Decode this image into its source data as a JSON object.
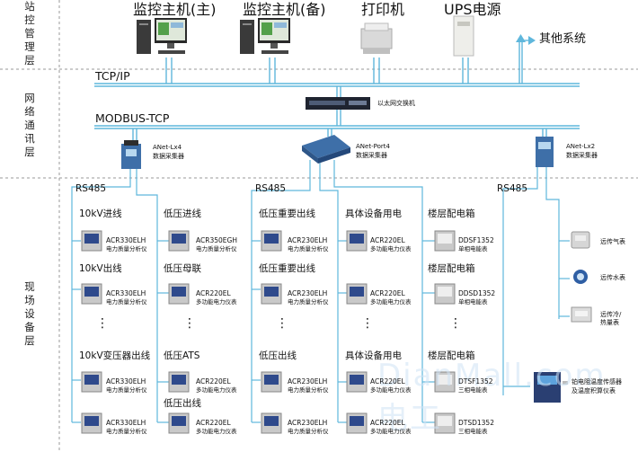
{
  "colors": {
    "line": "#5fb7dc",
    "divider": "#8a8a8a",
    "meter_body": "#c9c9c9",
    "meter_screen": "#2f4a8c",
    "collector": "#3e6fa8"
  },
  "layers": {
    "station": "站控管理层",
    "network": "网络通讯层",
    "field": "现场设备层"
  },
  "station": {
    "host_main": "监控主机(主)",
    "host_backup": "监控主机(备)",
    "printer": "打印机",
    "ups": "UPS电源",
    "other": "其他系统"
  },
  "network": {
    "tcpip": "TCP/IP",
    "switch": "以太网交换机",
    "modbus": "MODBUS-TCP",
    "collectors": [
      {
        "name": "ANet-Lx4",
        "desc": "数据采集器"
      },
      {
        "name": "ANet-Port4",
        "desc": "数据采集器"
      },
      {
        "name": "ANet-Lx2",
        "desc": "数据采集器"
      }
    ]
  },
  "field": {
    "rs485": "RS485",
    "dots": "⋮",
    "watermark": "DianMall.com 电工",
    "col1": {
      "items": [
        {
          "group": "10kV进线",
          "model": "ACR330ELH",
          "desc": "电力质量分析仪"
        },
        {
          "group": "10kV出线",
          "model": "ACR330ELH",
          "desc": "电力质量分析仪"
        },
        {
          "group": "10kV变压器出线",
          "model": "ACR330ELH",
          "desc": "电力质量分析仪"
        },
        {
          "group": "",
          "model": "ACR330ELH",
          "desc": "电力质量分析仪"
        }
      ]
    },
    "col2": {
      "items": [
        {
          "group": "低压进线",
          "model": "ACR350EGH",
          "desc": "电力质量分析仪"
        },
        {
          "group": "低压母联",
          "model": "ACR220EL",
          "desc": "多功能电力仪表"
        },
        {
          "group": "低压ATS",
          "model": "ACR220EL",
          "desc": "多功能电力仪表"
        },
        {
          "group": "低压出线",
          "model": "ACR220EL",
          "desc": "多功能电力仪表"
        }
      ]
    },
    "col3": {
      "items": [
        {
          "group": "低压重要出线",
          "model": "ACR230ELH",
          "desc": "电力质量分析仪"
        },
        {
          "group": "低压重要出线",
          "model": "ACR230ELH",
          "desc": "电力质量分析仪"
        },
        {
          "group": "低压出线",
          "model": "ACR230ELH",
          "desc": "电力质量分析仪"
        },
        {
          "group": "",
          "model": "ACR230ELH",
          "desc": "电力质量分析仪"
        }
      ]
    },
    "col4": {
      "items": [
        {
          "group": "具体设备用电",
          "model": "ACR220EL",
          "desc": "多功能电力仪表"
        },
        {
          "group": "",
          "model": "ACR220EL",
          "desc": "多功能电力仪表"
        },
        {
          "group": "具体设备用电",
          "model": "ACR220EL",
          "desc": "多功能电力仪表"
        },
        {
          "group": "",
          "model": "ACR220EL",
          "desc": "多功能电力仪表"
        }
      ]
    },
    "col5": {
      "items": [
        {
          "group": "楼层配电箱",
          "model": "DDSF1352",
          "desc": "单相电能表"
        },
        {
          "group": "楼层配电箱",
          "model": "DDSD1352",
          "desc": "单相电能表"
        },
        {
          "group": "楼层配电箱",
          "model": "DTSF1352",
          "desc": "三相电能表"
        },
        {
          "group": "",
          "model": "DTSD1352",
          "desc": "三相电能表"
        }
      ]
    },
    "col6": {
      "items": [
        {
          "desc": "远传气表"
        },
        {
          "desc": "远传水表"
        },
        {
          "desc": "远传冷/热量表"
        }
      ],
      "sensor": "铂电阻温度传感器\n及温度积算仪表"
    }
  }
}
